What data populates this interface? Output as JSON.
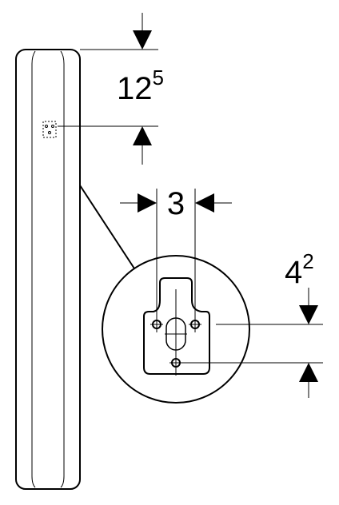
{
  "dimensions": {
    "top_offset": {
      "main": "12",
      "sup": "5"
    },
    "slot_width": {
      "main": "3"
    },
    "hole_offset": {
      "main": "4",
      "sup": "2"
    }
  },
  "colors": {
    "stroke": "#000000",
    "background": "#ffffff"
  }
}
